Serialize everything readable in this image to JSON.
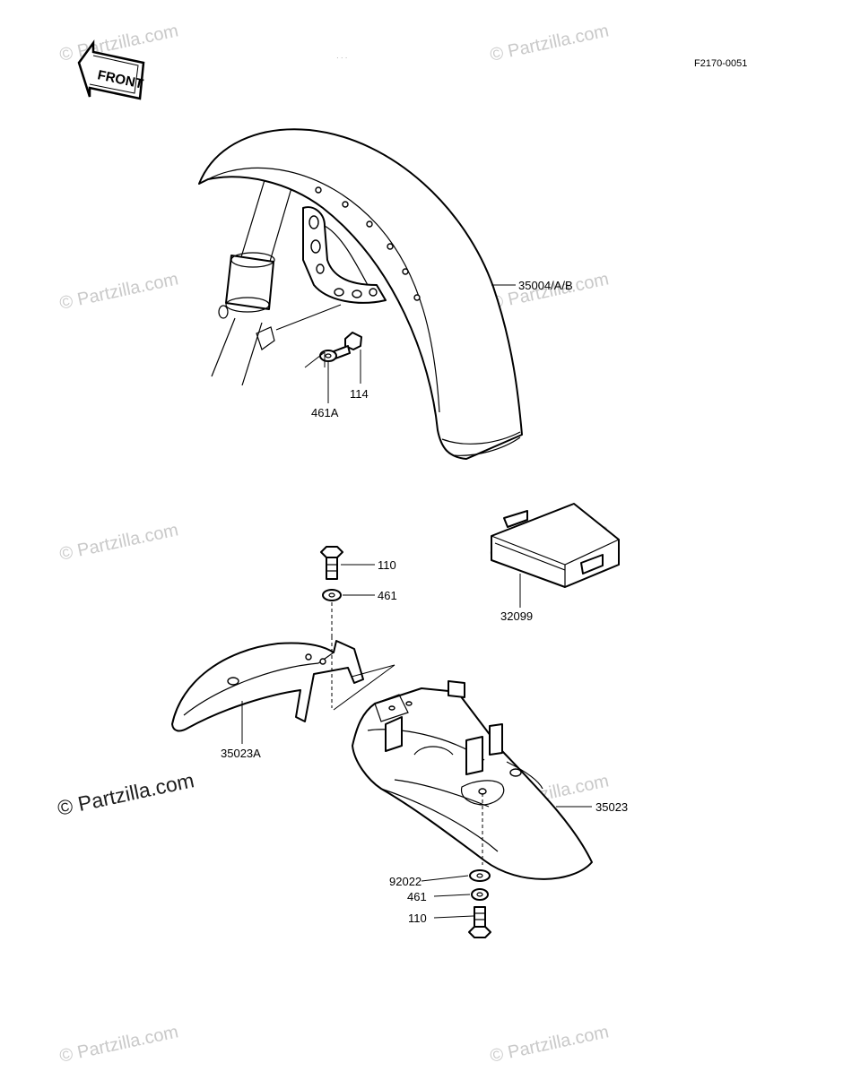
{
  "diagram": {
    "code": "F2170-0051",
    "front_label": "FRONT",
    "watermark": "© Partzilla.com",
    "callouts": {
      "front_fender": "35004/A/B",
      "bolt_front": "114",
      "washer_front": "461A",
      "bolt_top": "110",
      "washer_top": "461",
      "box": "32099",
      "rear_fender_front": "35023A",
      "rear_fender": "35023",
      "washer_lower_a": "92022",
      "washer_lower_b": "461",
      "bolt_lower": "110"
    }
  }
}
